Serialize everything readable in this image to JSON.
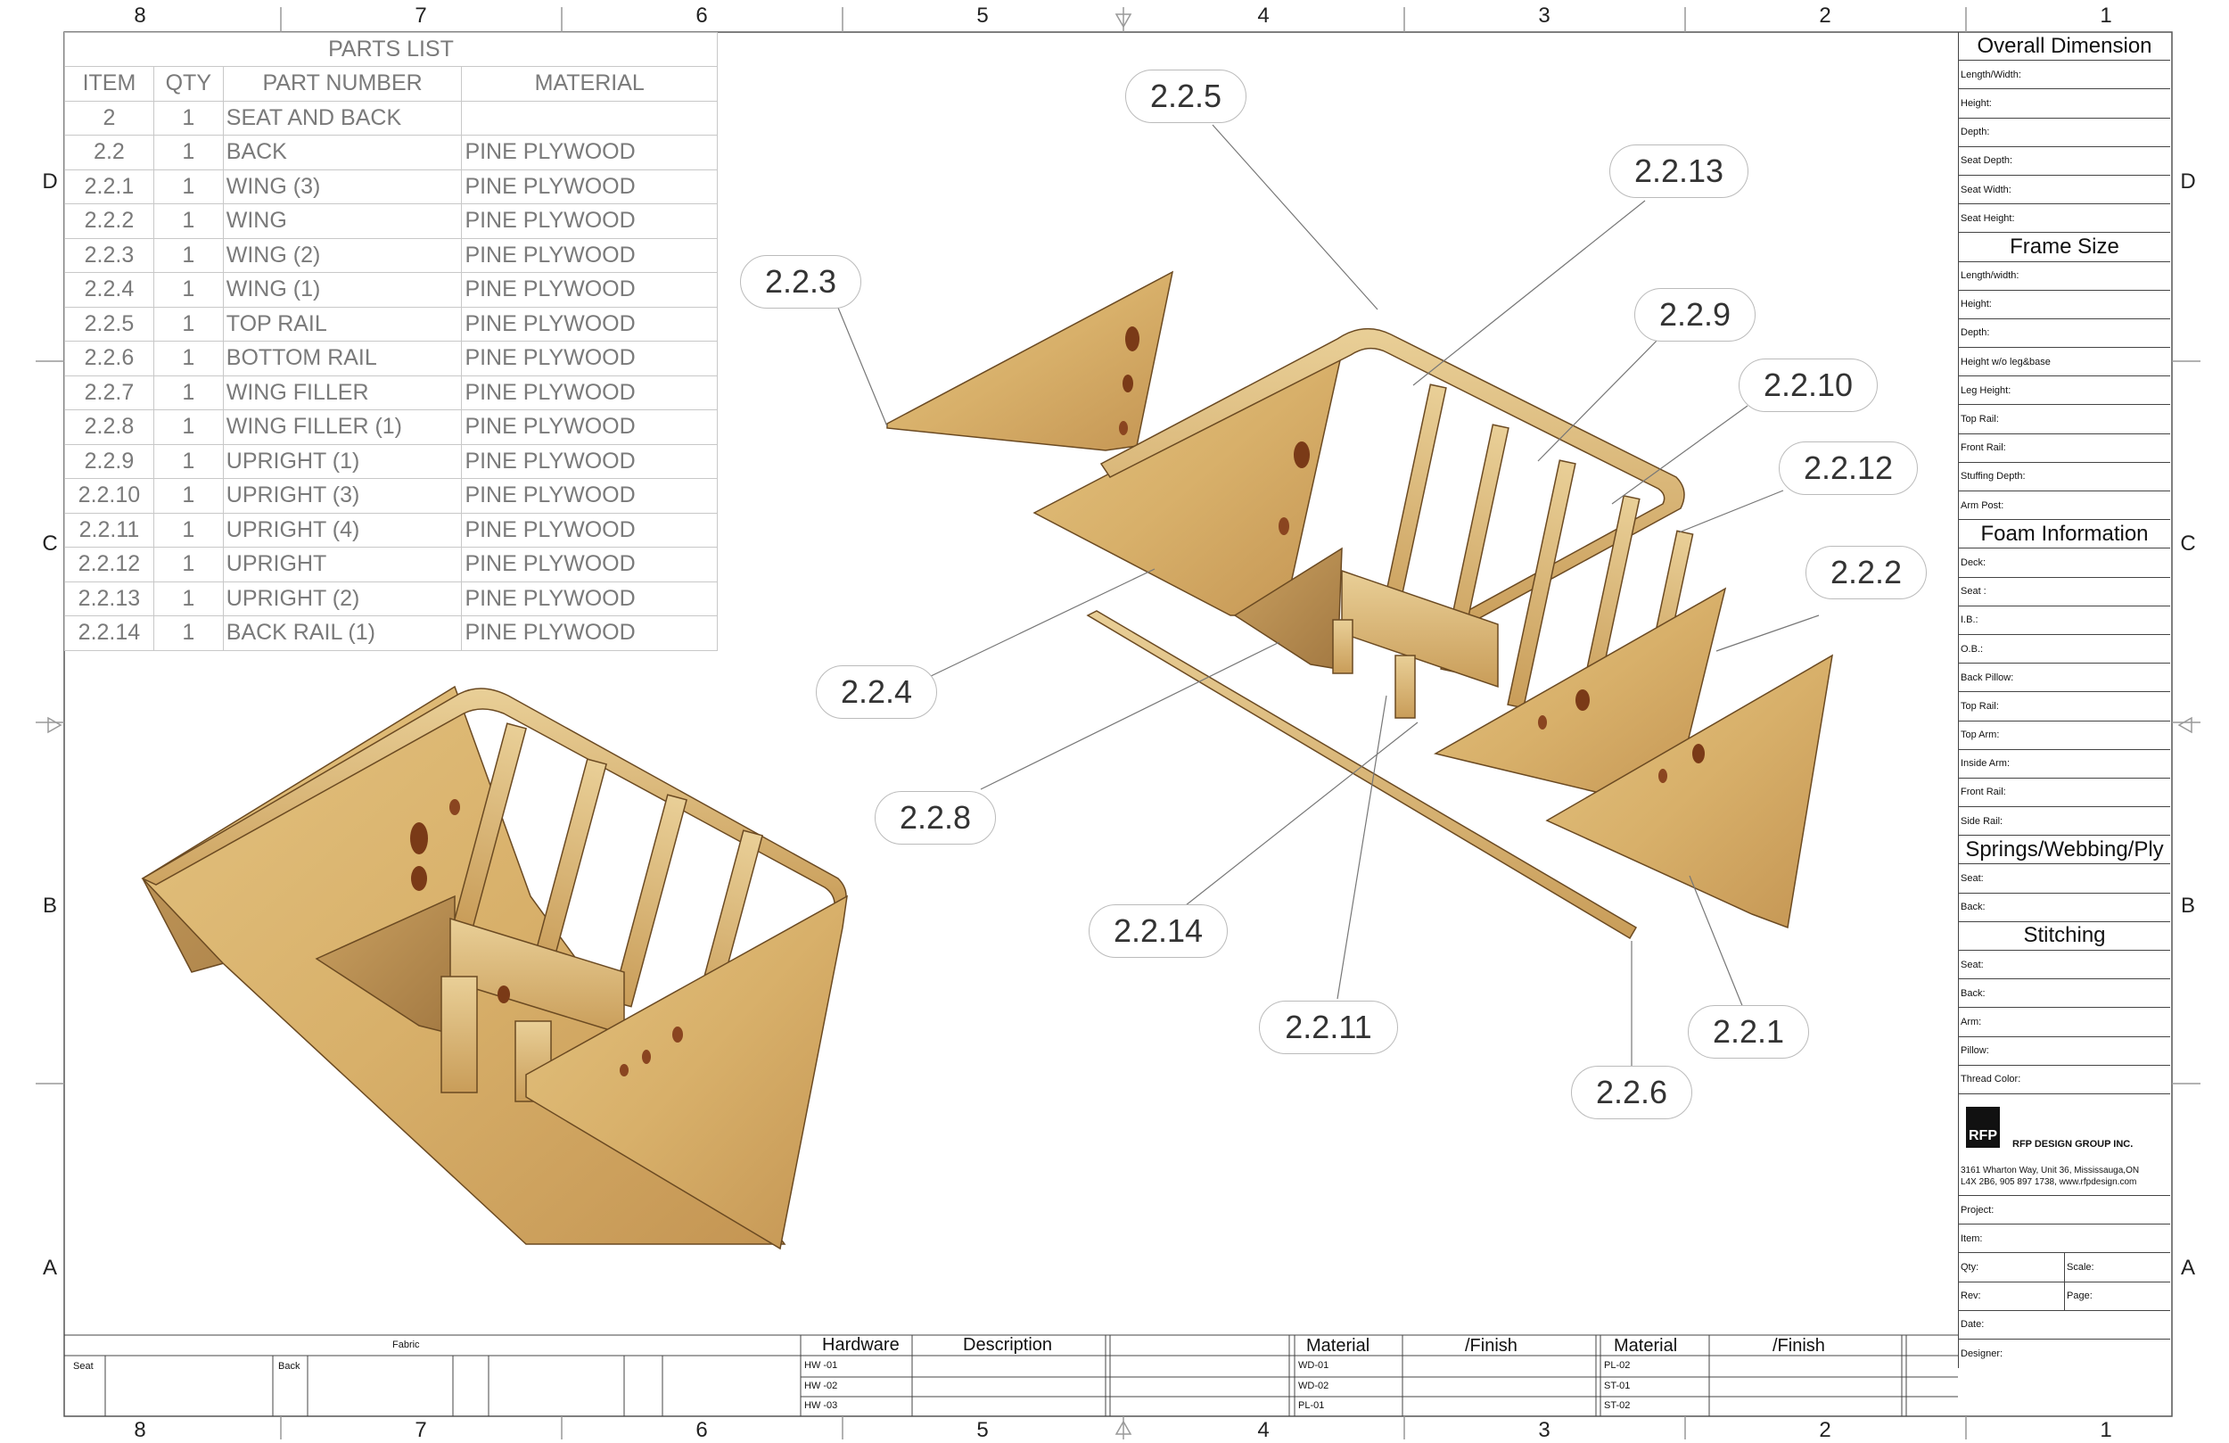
{
  "zones": {
    "columns": [
      "8",
      "7",
      "6",
      "5",
      "4",
      "3",
      "2",
      "1"
    ],
    "rows_right": [
      "D",
      "C",
      "B",
      "A"
    ],
    "rows_left": [
      "D",
      "C",
      "B",
      "A"
    ]
  },
  "parts_list": {
    "title": "PARTS LIST",
    "headers": [
      "ITEM",
      "QTY",
      "PART NUMBER",
      "MATERIAL"
    ],
    "rows": [
      [
        "2",
        "1",
        "SEAT AND BACK",
        ""
      ],
      [
        "2.2",
        "1",
        "BACK",
        "PINE PLYWOOD"
      ],
      [
        "2.2.1",
        "1",
        "WING (3)",
        "PINE PLYWOOD"
      ],
      [
        "2.2.2",
        "1",
        "WING",
        "PINE PLYWOOD"
      ],
      [
        "2.2.3",
        "1",
        "WING (2)",
        "PINE PLYWOOD"
      ],
      [
        "2.2.4",
        "1",
        "WING (1)",
        "PINE PLYWOOD"
      ],
      [
        "2.2.5",
        "1",
        "TOP RAIL",
        "PINE PLYWOOD"
      ],
      [
        "2.2.6",
        "1",
        "BOTTOM RAIL",
        "PINE PLYWOOD"
      ],
      [
        "2.2.7",
        "1",
        "WING FILLER",
        "PINE PLYWOOD"
      ],
      [
        "2.2.8",
        "1",
        "WING FILLER (1)",
        "PINE PLYWOOD"
      ],
      [
        "2.2.9",
        "1",
        "UPRIGHT (1)",
        "PINE PLYWOOD"
      ],
      [
        "2.2.10",
        "1",
        "UPRIGHT (3)",
        "PINE PLYWOOD"
      ],
      [
        "2.2.11",
        "1",
        "UPRIGHT (4)",
        "PINE PLYWOOD"
      ],
      [
        "2.2.12",
        "1",
        "UPRIGHT",
        "PINE PLYWOOD"
      ],
      [
        "2.2.13",
        "1",
        "UPRIGHT (2)",
        "PINE PLYWOOD"
      ],
      [
        "2.2.14",
        "1",
        "BACK RAIL (1)",
        "PINE PLYWOOD"
      ]
    ]
  },
  "callouts": [
    "2.2.5",
    "2.2.13",
    "2.2.3",
    "2.2.9",
    "2.2.10",
    "2.2.12",
    "2.2.2",
    "2.2.4",
    "2.2.8",
    "2.2.14",
    "2.2.11",
    "2.2.1",
    "2.2.6"
  ],
  "info_block": {
    "overall_dimension": {
      "title": "Overall Dimension",
      "fields": [
        "Length/Width:",
        "Height:",
        "Depth:",
        "Seat Depth:",
        "Seat Width:",
        "Seat Height:"
      ]
    },
    "frame_size": {
      "title": "Frame Size",
      "fields": [
        "Length/width:",
        "Height:",
        "Depth:",
        "Height w/o leg&base",
        "Leg Height:",
        "Top Rail:",
        "Front Rail:",
        "Stuffing Depth:",
        "Arm Post:"
      ]
    },
    "foam_information": {
      "title": "Foam Information",
      "fields": [
        "Deck:",
        "Seat :",
        "I.B.:",
        "O.B.:",
        "Back Pillow:",
        "Top Rail:",
        "Top Arm:",
        "Inside Arm:",
        "Front Rail:",
        "Side Rail:"
      ]
    },
    "springs": {
      "title": "Springs/Webbing/Ply",
      "fields": [
        "Seat:",
        "Back:"
      ]
    },
    "stitching": {
      "title": "Stitching",
      "fields": [
        "Seat:",
        "Back:",
        "Arm:",
        "Pillow:",
        "Thread Color:"
      ]
    },
    "company": {
      "logo_text": "RFP",
      "name": "RFP DESIGN GROUP INC.",
      "address_line1": "3161 Wharton Way, Unit 36, Mississauga,ON",
      "address_line2": "L4X 2B6, 905 897 1738, www.rfpdesign.com"
    },
    "project_fields": {
      "project": "Project:",
      "item": "Item:",
      "qty": "Qty:",
      "scale": "Scale:",
      "rev": "Rev:",
      "page": "Page:",
      "date": "Date:",
      "designer": "Designer:"
    }
  },
  "bottom_strip": {
    "fabric": {
      "title": "Fabric",
      "seat": "Seat",
      "back": "Back"
    },
    "hardware": {
      "title": "Hardware",
      "description": "Description",
      "rows": [
        "HW -01",
        "HW -02",
        "HW -03"
      ]
    },
    "material_a": {
      "title": "Material",
      "finish": "/Finish",
      "rows": [
        "WD-01",
        "WD-02",
        "PL-01"
      ]
    },
    "material_b": {
      "title": "Material",
      "finish": "/Finish",
      "rows": [
        "PL-02",
        "ST-01",
        "ST-02"
      ]
    }
  }
}
